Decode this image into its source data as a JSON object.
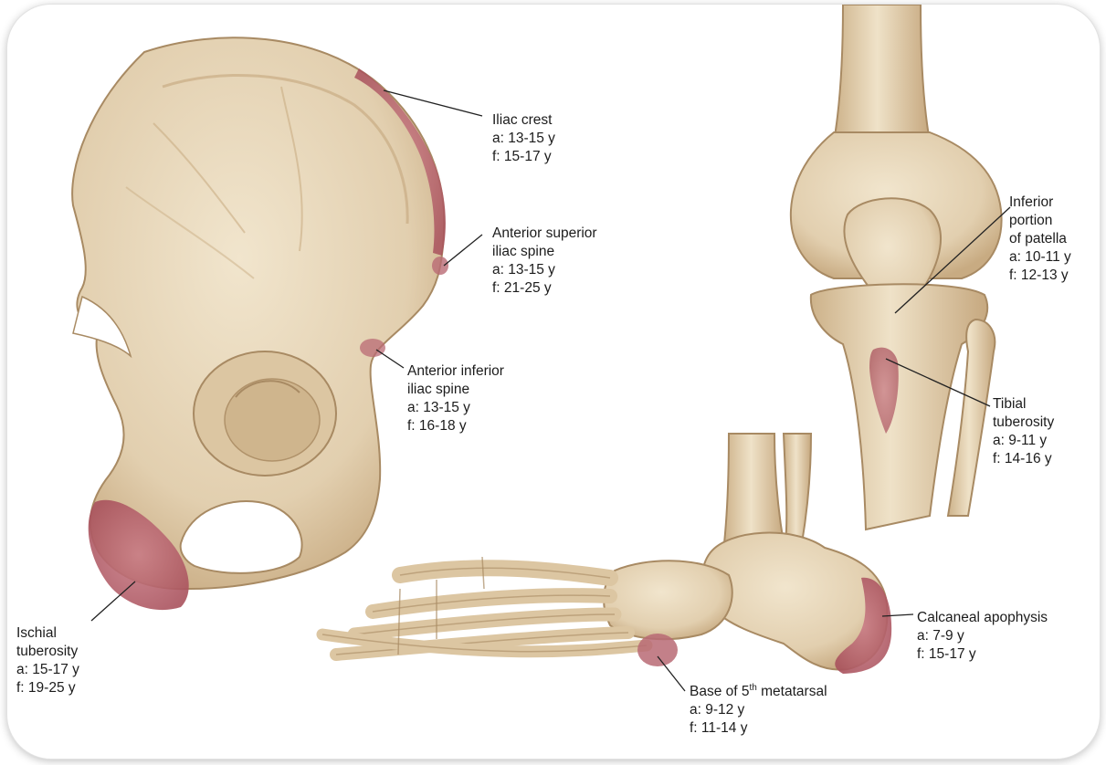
{
  "labels": {
    "iliac_crest": {
      "name": "Iliac crest",
      "a": "a: 13-15 y",
      "f": "f: 15-17 y"
    },
    "asis": {
      "name_1": "Anterior superior",
      "name_2": "iliac spine",
      "a": "a: 13-15 y",
      "f": "f: 21-25 y"
    },
    "aiis": {
      "name_1": "Anterior inferior",
      "name_2": "iliac spine",
      "a": "a: 13-15 y",
      "f": "f: 16-18 y"
    },
    "ischial": {
      "name_1": "Ischial",
      "name_2": "tuberosity",
      "a": "a: 15-17 y",
      "f": "f: 19-25 y"
    },
    "patella": {
      "name_1": "Inferior",
      "name_2": "portion",
      "name_3": "of patella",
      "a": "a: 10-11 y",
      "f": "f: 12-13 y"
    },
    "tibial": {
      "name_1": "Tibial",
      "name_2": "tuberosity",
      "a": "a: 9-11 y",
      "f": "f: 14-16 y"
    },
    "calcaneal": {
      "name": "Calcaneal apophysis",
      "a": "a: 7-9 y",
      "f": "f: 15-17 y"
    },
    "metatarsal": {
      "name_prefix": "Base of 5",
      "name_sup": "th",
      "name_suffix": " metatarsal",
      "a": "a: 9-12 y",
      "f": "f: 11-14 y"
    }
  },
  "colors": {
    "bone": "#e7d6b8",
    "bone_shadow": "#c9ad84",
    "bone_line": "#a88a63",
    "apophysis": "#b96a74"
  }
}
